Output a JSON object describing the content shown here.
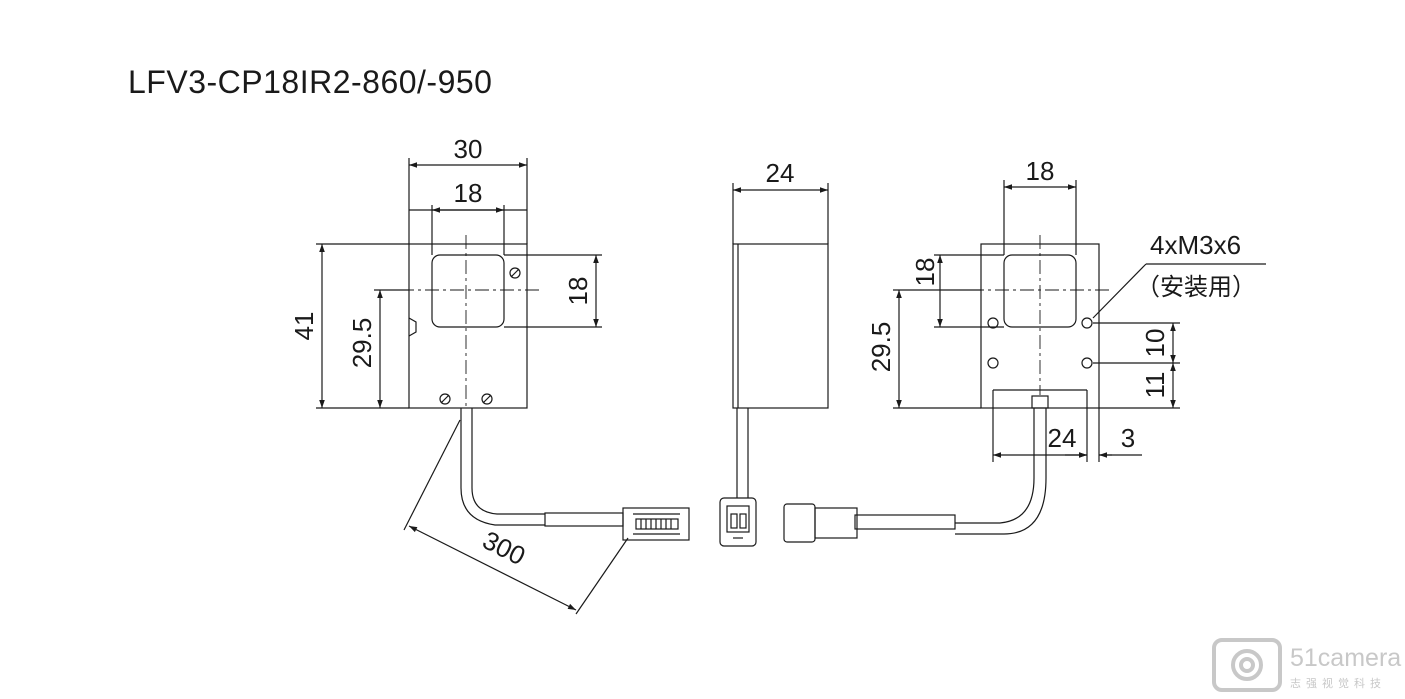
{
  "title": "LFV3-CP18IR2-860/-950",
  "dims": {
    "front_width": "30",
    "front_window_width": "18",
    "front_height": "41",
    "front_center_height": "29.5",
    "front_window_height": "18",
    "side_width": "24",
    "cable_length": "300",
    "back_window_width": "18",
    "back_window_height": "18",
    "back_center_height": "29.5",
    "hole_spacing_upper": "10",
    "hole_spacing_lower": "11",
    "hole_pitch_h": "24",
    "hole_edge_offset": "3"
  },
  "notes": {
    "mount_holes": "4xM3x6",
    "mount_holes_note": "（安装用）"
  },
  "watermark": {
    "brand": "51camera",
    "sub": "志强视觉科技"
  },
  "colors": {
    "line": "#1a1a1a",
    "watermark": "#c8c8c8"
  }
}
